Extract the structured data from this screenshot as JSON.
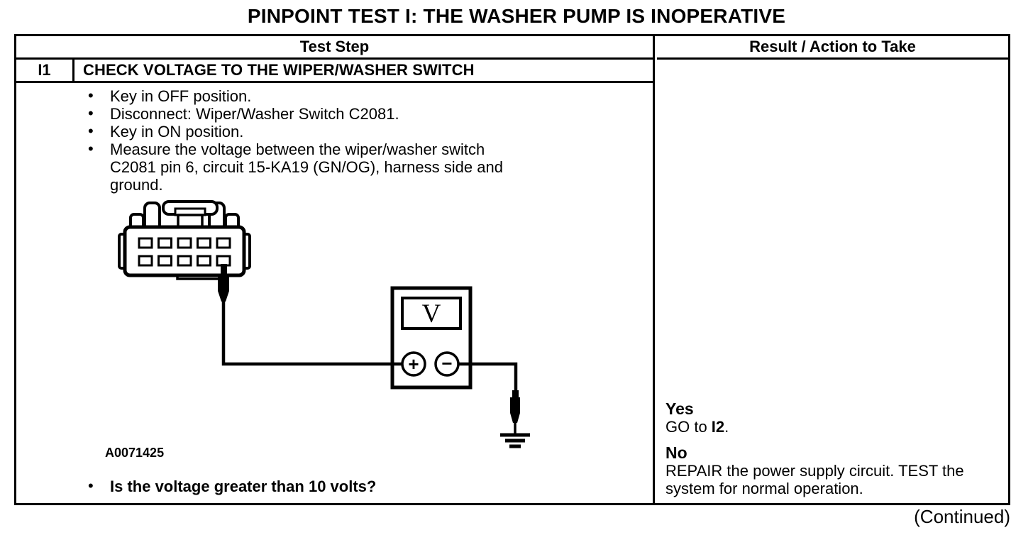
{
  "title": "PINPOINT TEST I: THE WASHER PUMP IS INOPERATIVE",
  "colors": {
    "ink": "#000000",
    "paper": "#ffffff"
  },
  "table": {
    "headers": {
      "test_step": "Test Step",
      "result": "Result / Action to Take"
    },
    "step": {
      "id": "I1",
      "name": "CHECK VOLTAGE TO THE WIPER/WASHER SWITCH",
      "instructions": [
        "Key in OFF position.",
        "Disconnect: Wiper/Washer Switch C2081.",
        "Key in ON position.",
        "Measure the voltage between the wiper/washer switch C2081 pin 6, circuit 15-KA19 (GN/OG), harness side and ground."
      ],
      "figure": {
        "id": "A0071425",
        "meter_label": "V",
        "terminal_positive": "+",
        "terminal_negative": "−"
      },
      "question": "Is the voltage greater than 10 volts?"
    },
    "results": [
      {
        "answer": "Yes",
        "action": {
          "prefix": "GO to ",
          "target": "I2",
          "suffix": "."
        }
      },
      {
        "answer": "No",
        "action": {
          "prefix": "REPAIR the power supply circuit. TEST the system for normal operation.",
          "target": "",
          "suffix": ""
        }
      }
    ]
  },
  "footer": {
    "continued": "(Continued)"
  }
}
